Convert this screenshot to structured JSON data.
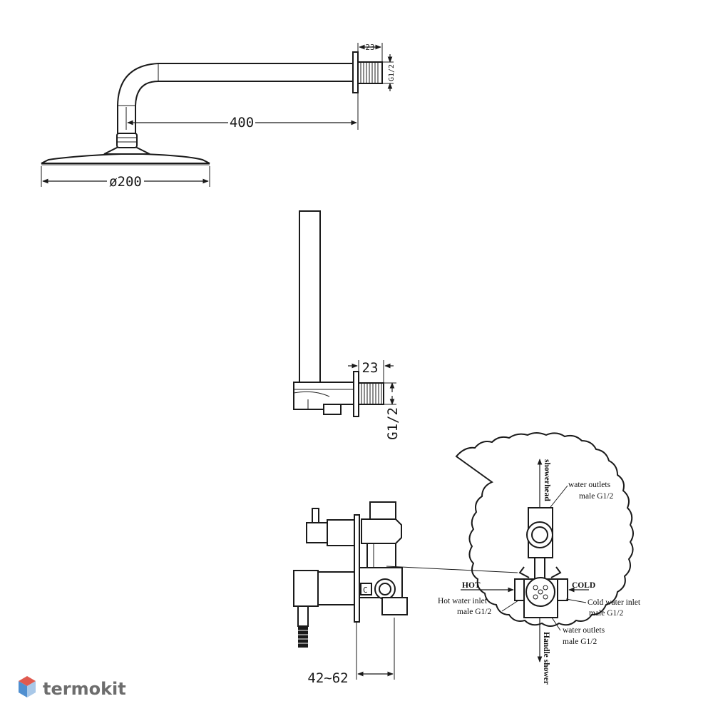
{
  "top_view": {
    "dim_flange": "23",
    "dim_thread": "G1/2",
    "dim_arm": "400",
    "dim_head": "ø200"
  },
  "middle_view": {
    "dim_flange": "23",
    "dim_thread": "G1/2"
  },
  "valve_side": {
    "dim_depth": "42~62",
    "letter_c": "C"
  },
  "detail": {
    "label_showerhead": "showerhead",
    "label_outlet_top_1": "water outlets",
    "label_outlet_top_2": "male G1/2",
    "label_hot": "HOT",
    "label_cold": "COLD",
    "label_hot_inlet_1": "Hot water inlet",
    "label_hot_inlet_2": "male G1/2",
    "label_cold_inlet_1": "Cold water inlet",
    "label_cold_inlet_2": "male G1/2",
    "label_handle_shower": "Handle shower",
    "label_outlet_bottom_1": "water outlets",
    "label_outlet_bottom_2": "male G1/2"
  },
  "brand": {
    "name": "termokit",
    "colors": {
      "top": "#e05a4f",
      "left": "#4f8fd0",
      "right": "#a9c8e8"
    }
  }
}
